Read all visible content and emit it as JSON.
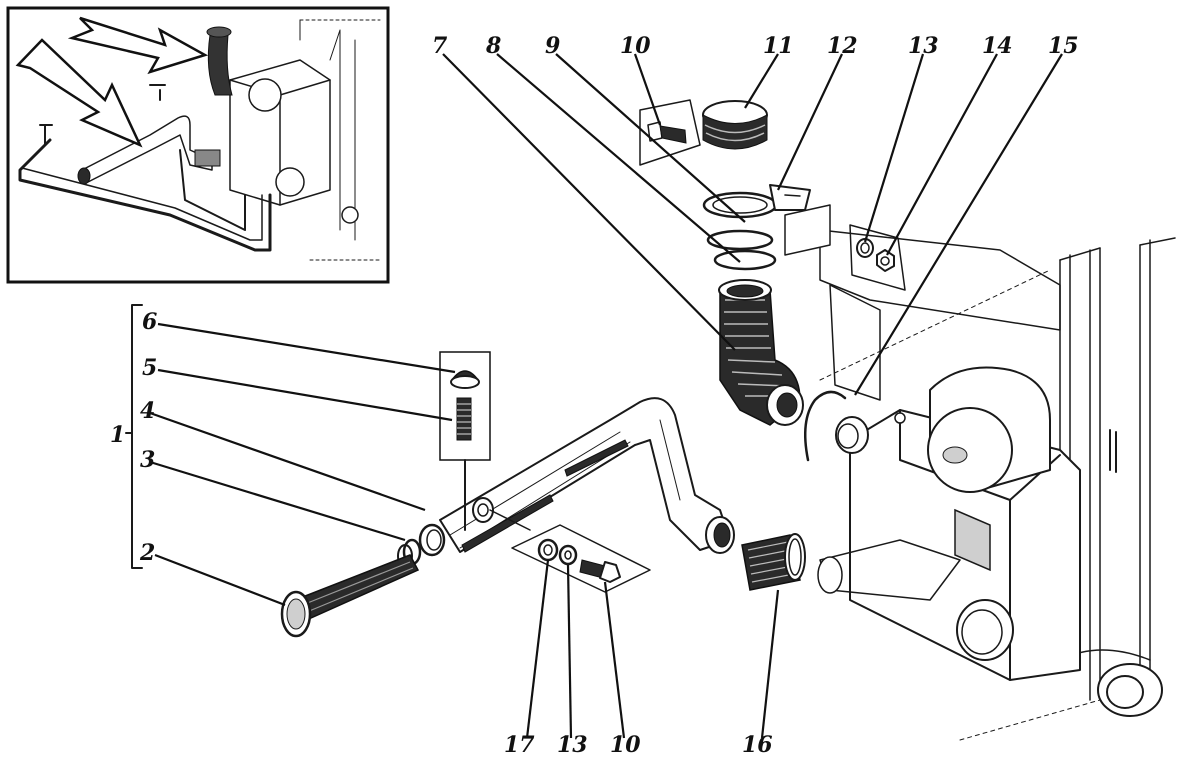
{
  "callouts": {
    "c1": "1",
    "c2": "2",
    "c3": "3",
    "c4": "4",
    "c5": "5",
    "c6": "6",
    "c7": "7",
    "c8": "8",
    "c9": "9",
    "c10a": "10",
    "c11": "11",
    "c12": "12",
    "c13a": "13",
    "c14": "14",
    "c15": "15",
    "c16": "16",
    "c17": "17",
    "c13b": "13",
    "c10b": "10"
  }
}
